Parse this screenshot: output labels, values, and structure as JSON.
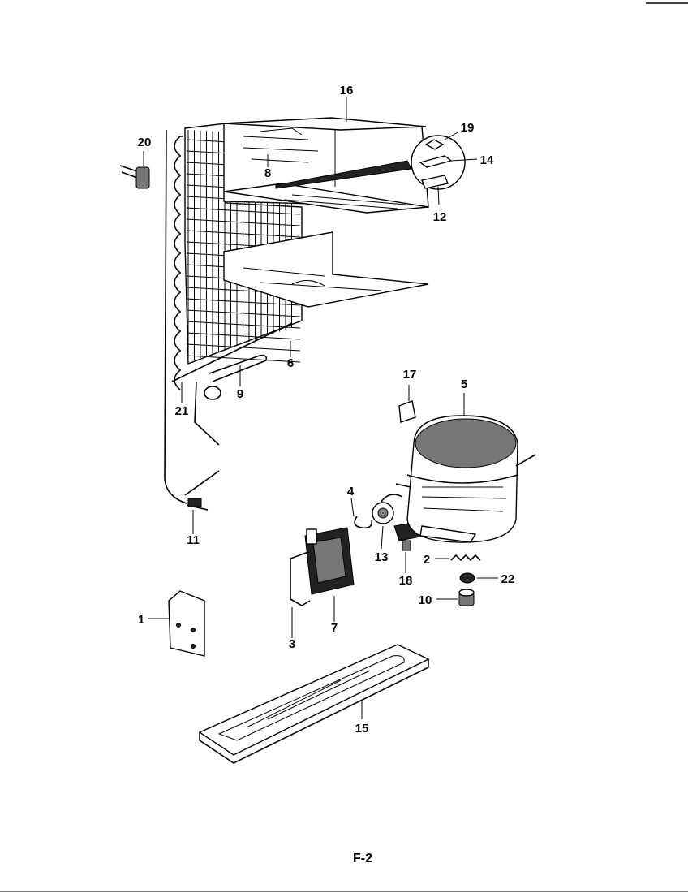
{
  "page": {
    "number": "F-2"
  },
  "callouts": [
    {
      "id": "1",
      "label": "1"
    },
    {
      "id": "2",
      "label": "2"
    },
    {
      "id": "3",
      "label": "3"
    },
    {
      "id": "4",
      "label": "4"
    },
    {
      "id": "5",
      "label": "5"
    },
    {
      "id": "6",
      "label": "6"
    },
    {
      "id": "7",
      "label": "7"
    },
    {
      "id": "8",
      "label": "8"
    },
    {
      "id": "9",
      "label": "9"
    },
    {
      "id": "10",
      "label": "10"
    },
    {
      "id": "11",
      "label": "11"
    },
    {
      "id": "12",
      "label": "12"
    },
    {
      "id": "13",
      "label": "13"
    },
    {
      "id": "14",
      "label": "14"
    },
    {
      "id": "15",
      "label": "15"
    },
    {
      "id": "16",
      "label": "16"
    },
    {
      "id": "17",
      "label": "17"
    },
    {
      "id": "18",
      "label": "18"
    },
    {
      "id": "19",
      "label": "19"
    },
    {
      "id": "20",
      "label": "20"
    },
    {
      "id": "21",
      "label": "21"
    },
    {
      "id": "22",
      "label": "22"
    }
  ]
}
